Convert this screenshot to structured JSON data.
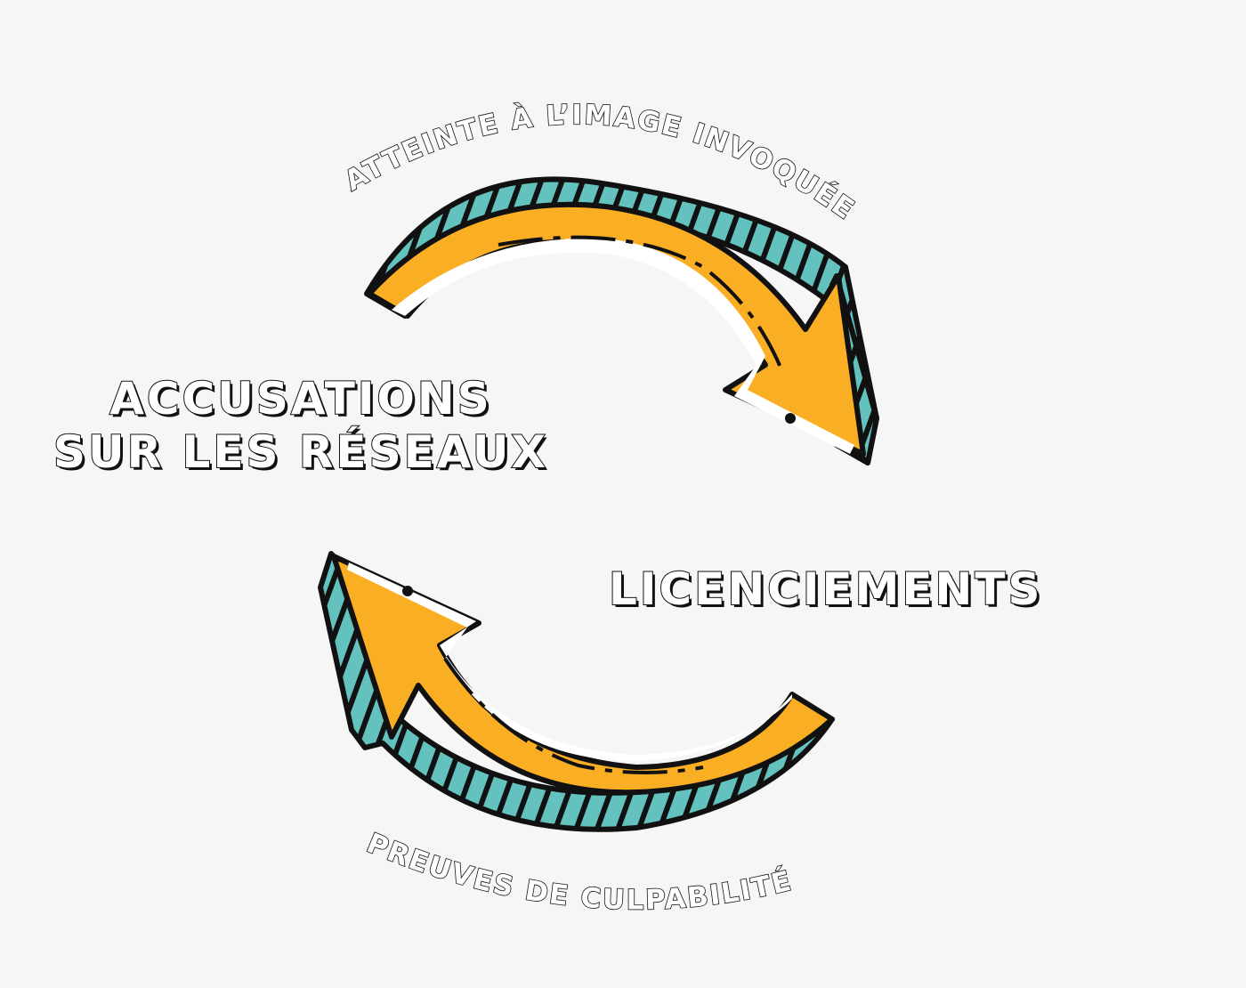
{
  "diagram": {
    "nodes": {
      "left_line1": "ACCUSATIONS",
      "left_line2": "SUR LES RÉSEAUX",
      "right": "LICENCIEMENTS"
    },
    "edges": {
      "top": "ATTEINTE À L’IMAGE INVOQUÉE",
      "bottom": "PREUVES DE CULPABILITÉ"
    }
  },
  "colors": {
    "background": "#f6f6f6",
    "arrow_fill": "#f9ae24",
    "arrow_side": "#63c1be",
    "outline": "#111111",
    "highlight": "#ffffff"
  }
}
